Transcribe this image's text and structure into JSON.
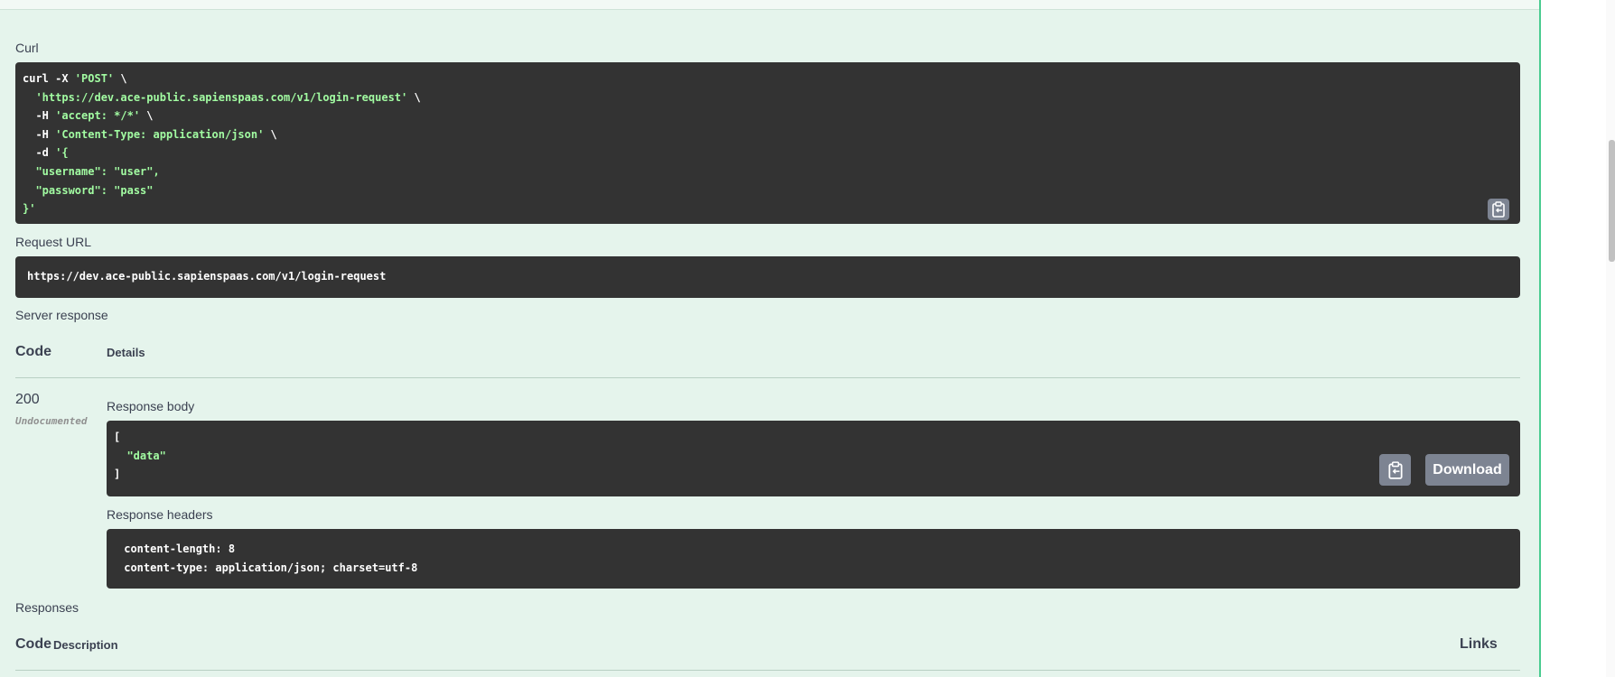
{
  "curl": {
    "label": "Curl",
    "lines": [
      [
        {
          "t": "curl -X "
        },
        {
          "t": "'POST'",
          "s": 1
        },
        {
          "t": " \\"
        }
      ],
      [
        {
          "t": "  "
        },
        {
          "t": "'https://dev.ace-public.sapienspaas.com/v1/login-request'",
          "s": 1
        },
        {
          "t": " \\"
        }
      ],
      [
        {
          "t": "  -H "
        },
        {
          "t": "'accept: */*'",
          "s": 1
        },
        {
          "t": " \\"
        }
      ],
      [
        {
          "t": "  -H "
        },
        {
          "t": "'Content-Type: application/json'",
          "s": 1
        },
        {
          "t": " \\"
        }
      ],
      [
        {
          "t": "  -d "
        },
        {
          "t": "'{",
          "s": 1
        }
      ],
      [
        {
          "t": "  \"username\": \"user\",",
          "s": 1
        }
      ],
      [
        {
          "t": "  \"password\": \"pass\"",
          "s": 1
        }
      ],
      [
        {
          "t": "}'",
          "s": 1
        }
      ]
    ]
  },
  "request_url": {
    "label": "Request URL",
    "value": "https://dev.ace-public.sapienspaas.com/v1/login-request"
  },
  "server_response": {
    "label": "Server response",
    "code_header": "Code",
    "details_header": "Details",
    "code": "200",
    "code_note": "Undocumented",
    "body_label": "Response body",
    "body_lines": [
      [
        {
          "t": "["
        }
      ],
      [
        {
          "t": "  "
        },
        {
          "t": "\"data\"",
          "s": 1
        }
      ],
      [
        {
          "t": "]"
        }
      ]
    ],
    "download_label": "Download",
    "headers_label": "Response headers",
    "headers_lines": [
      [
        {
          "t": " content-length: 8"
        }
      ],
      [
        {
          "t": " content-type: application/json; charset=utf-8"
        }
      ]
    ]
  },
  "responses": {
    "label": "Responses",
    "code_header": "Code",
    "description_header": "Description",
    "links_header": "Links"
  },
  "icons": {
    "copy": "clipboard-copy-icon"
  }
}
